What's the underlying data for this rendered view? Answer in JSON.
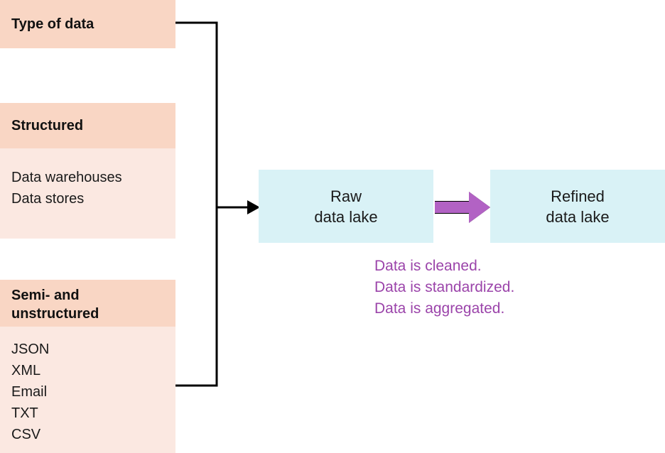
{
  "panel": {
    "title": "Type of data",
    "sections": [
      {
        "header": "Structured",
        "header_lines": [
          "Structured"
        ],
        "items": [
          "Data warehouses",
          "Data stores"
        ]
      },
      {
        "header": "Semi- and unstructured",
        "header_lines": [
          "Semi- and",
          "unstructured"
        ],
        "items": [
          "JSON",
          "XML",
          "Email",
          "TXT",
          "CSV"
        ]
      }
    ]
  },
  "flow": {
    "raw_box": {
      "line1": "Raw",
      "line2": "data lake"
    },
    "refined_box": {
      "line1": "Refined",
      "line2": "data lake"
    },
    "caption_lines": [
      "Data is cleaned.",
      "Data is standardized.",
      "Data is aggregated."
    ],
    "ingest_arrow": "black-right-arrow-icon",
    "transform_arrow": "purple-right-arrow-icon"
  },
  "colors": {
    "band_header": "#f9d6c4",
    "band_body": "#fbe8e1",
    "lake_box": "#d9f2f6",
    "accent_purple": "#9b44aa",
    "connector": "#000000",
    "text": "#1a1a1a",
    "background": "#ffffff"
  }
}
